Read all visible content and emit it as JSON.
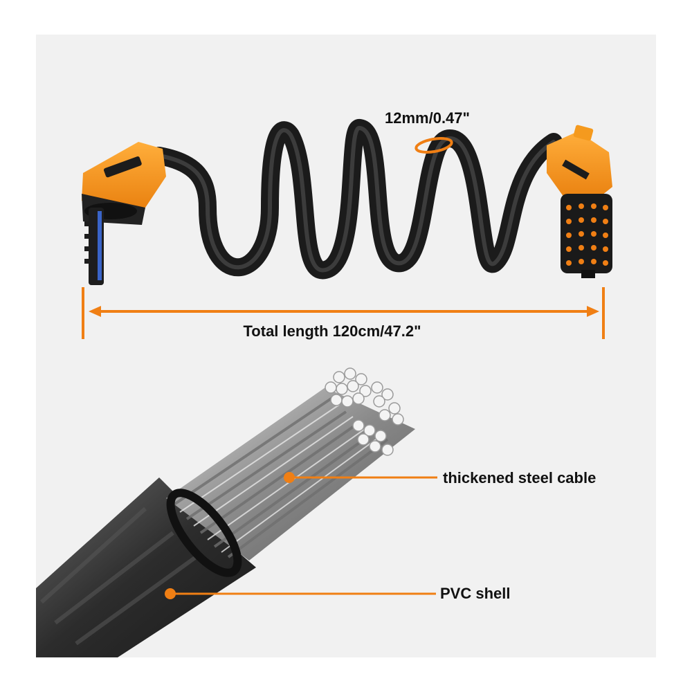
{
  "colors": {
    "accent": "#f07f14",
    "lock_orange": "#f59a1e",
    "cable_dark": "#1f1f1f",
    "background": "#f1f1f1"
  },
  "annotations": {
    "diameter": "12mm/0.47\"",
    "total_length": "Total length 120cm/47.2\"",
    "steel_cable": "thickened steel cable",
    "pvc_shell": "PVC shell"
  },
  "icons": [
    "lock-key-head",
    "combination-lock-head",
    "cable-cross-section"
  ]
}
